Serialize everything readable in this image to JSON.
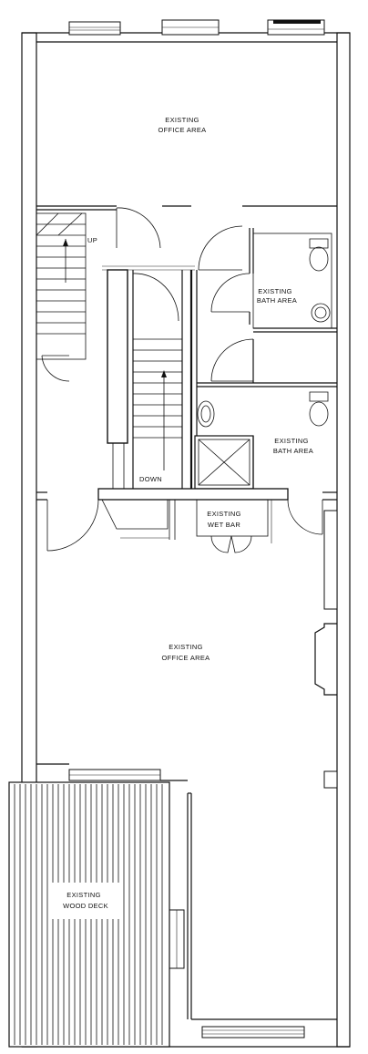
{
  "labels": {
    "office_upper": [
      "EXISTING",
      "OFFICE AREA"
    ],
    "bath_upper": [
      "EXISTING",
      "BATH AREA"
    ],
    "bath_lower": [
      "EXISTING",
      "BATH AREA"
    ],
    "wet_bar": [
      "EXISTING",
      "WET BAR"
    ],
    "office_lower": [
      "EXISTING",
      "OFFICE AREA"
    ],
    "wood_deck": [
      "EXISTING",
      "WOOD DECK"
    ],
    "stair_up": "UP",
    "stair_down": "DOWN"
  }
}
